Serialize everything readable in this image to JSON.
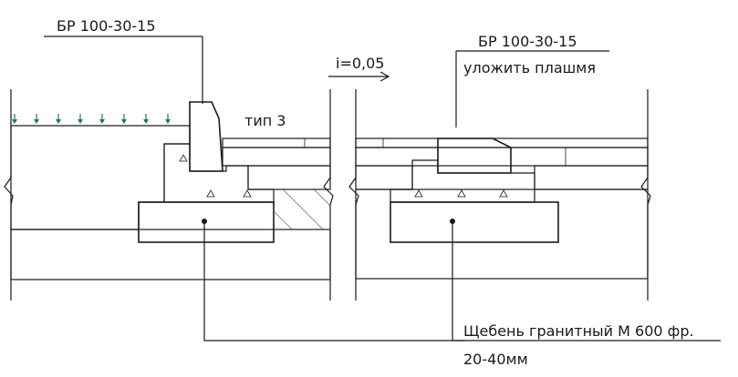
{
  "labels": {
    "curb_left": "БР 100-30-15",
    "slope": "i=0,05",
    "curb_right": "БР 100-30-15",
    "curb_right_note": "уложить плашмя",
    "type": "тип 3",
    "gravel_line1": "Щебень гранитный М 600  фр.",
    "gravel_line2": "20-40мм"
  },
  "colors": {
    "line": "#1a1a1a",
    "grass_arrows": "#1f7a4d",
    "background": "#ffffff"
  }
}
